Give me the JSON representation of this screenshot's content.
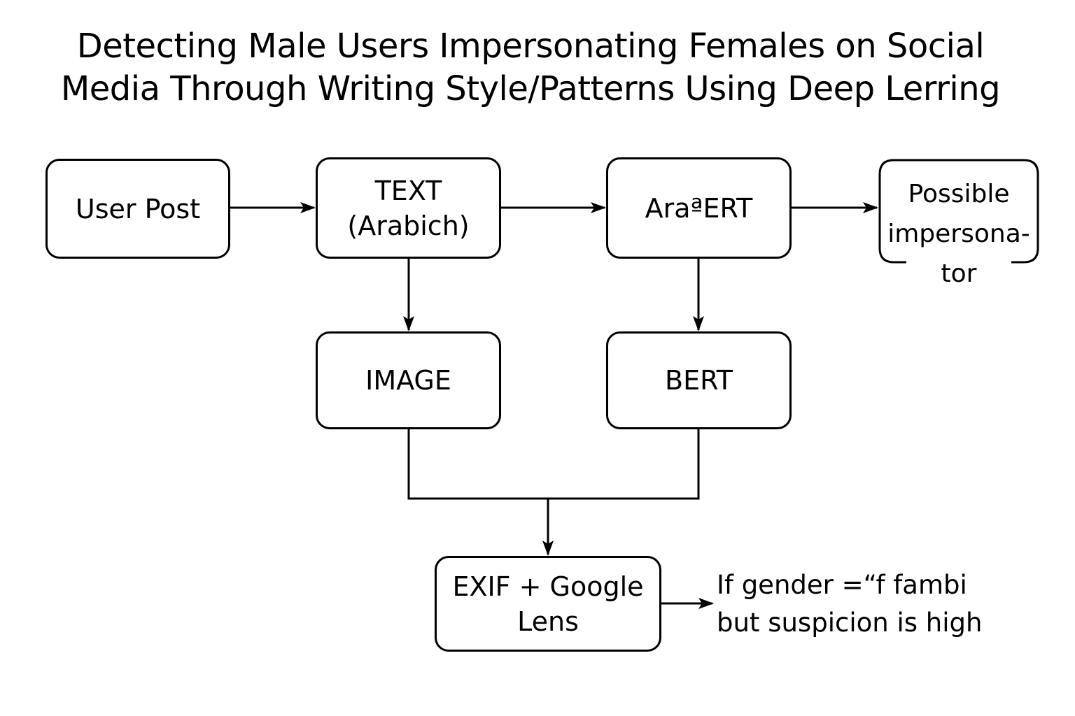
{
  "title": {
    "line1": "Detecting Male Users Impersonating Females on Social",
    "line2": "Media Through Writing Style/Patterns Using Deep Lerring"
  },
  "nodes": {
    "user_post": "User Post",
    "text": {
      "line1": "TEXT",
      "line2": "(Arabich)"
    },
    "arabert": "AraªERT",
    "image": "IMAGE",
    "bert": "BERT",
    "exif": {
      "line1": "EXIF + Google",
      "line2": "Lens"
    },
    "possible": {
      "line1": "Possible",
      "line2": "impersona-",
      "line3": "tor"
    }
  },
  "condition": {
    "line1": "If gender =“f fambi",
    "line2": "but suspicion is high"
  },
  "colors": {
    "stroke": "#000000",
    "background": "#ffffff"
  }
}
